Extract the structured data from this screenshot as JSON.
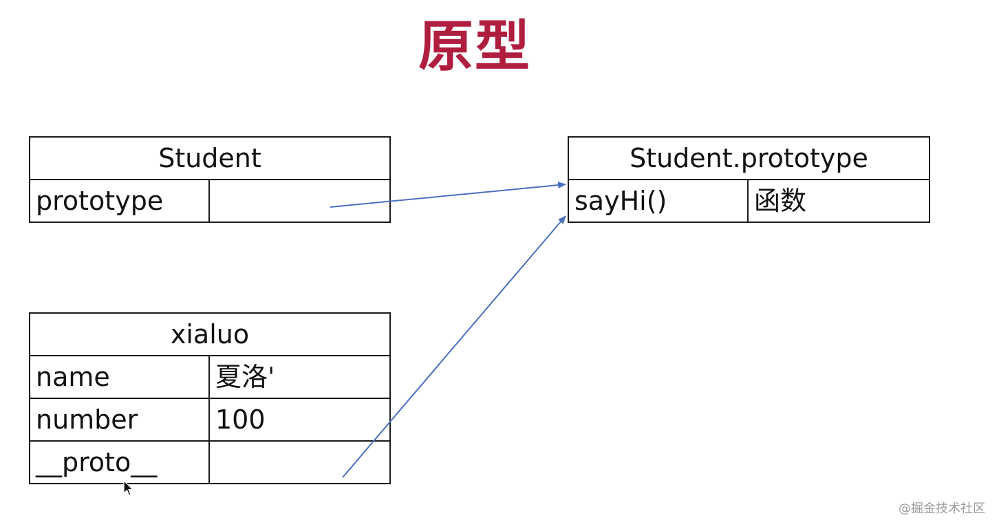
{
  "title": "原型",
  "colors": {
    "title": "#b01e3f",
    "arrow": "#4a6fc0",
    "border": "#1a1a1a"
  },
  "tables": {
    "student": {
      "header": "Student",
      "rows": [
        {
          "key": "prototype",
          "value": ""
        }
      ]
    },
    "student_prototype": {
      "header": "Student.prototype",
      "rows": [
        {
          "key": "sayHi()",
          "value": "函数"
        }
      ]
    },
    "xialuo": {
      "header": "xialuo",
      "rows": [
        {
          "key": "name",
          "value": "夏洛'"
        },
        {
          "key": "number",
          "value": "100"
        },
        {
          "key": "__proto__",
          "value": ""
        }
      ]
    }
  },
  "watermark": "@掘金技术社区",
  "icons": {
    "cursor": "mouse-pointer-icon"
  }
}
